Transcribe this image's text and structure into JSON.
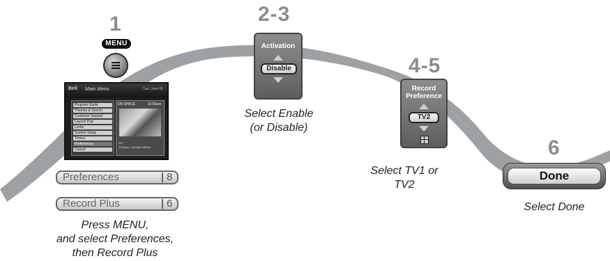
{
  "steps": {
    "s1": "1",
    "s23": "2-3",
    "s45": "4-5",
    "s6": "6"
  },
  "menu_key": {
    "label": "MENU",
    "icon": "menu-icon"
  },
  "tv_screen": {
    "logo": "Bell",
    "title": "Main Menu",
    "date": "Tue, June 06",
    "menu_items": [
      "Program Guide",
      "Themes & Search",
      "Customer Support",
      "Launch Pad",
      "Locks",
      "System Setup",
      "Timers",
      "Preferences",
      "Cancel"
    ],
    "preview_header": "DB-SPACE",
    "preview_time": "10:59am",
    "preview_footer_1": "RH",
    "preview_footer_2": "10:56am -11:00am  NR/AV"
  },
  "bars": {
    "preferences": {
      "label": "Preferences",
      "number": "8"
    },
    "record_plus": {
      "label": "Record Plus",
      "number": "6"
    }
  },
  "activation_panel": {
    "title": "Activation",
    "value": "Disable"
  },
  "record_pref_panel": {
    "title_line1": "Record",
    "title_line2": "Preference",
    "value": "TV2"
  },
  "done_button": {
    "label": "Done"
  },
  "captions": {
    "c1_line1": "Press MENU,",
    "c1_line2": "and select Preferences,",
    "c1_line3": "then Record Plus",
    "c23_line1": "Select Enable",
    "c23_line2": "(or Disable)",
    "c45_line1": "Select TV1 or",
    "c45_line2": "TV2",
    "c6": "Select Done"
  }
}
